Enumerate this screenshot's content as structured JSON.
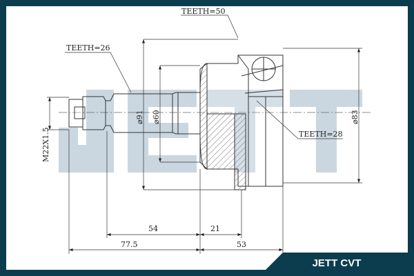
{
  "brand": {
    "name": "JETT CVT",
    "watermark": "JETT"
  },
  "colors": {
    "frame": "#0b3d4f",
    "watermark": "#b9cad6",
    "line": "#333333"
  },
  "labels": {
    "teeth_outer": "TEETH=50",
    "teeth_shaft": "TEETH=26",
    "teeth_inner": "TEETH=28",
    "thread": "M22X1.5",
    "dia_91": "⌀91",
    "dia_60": "⌀60",
    "dia_83": "⌀83",
    "len_54": "54",
    "len_21": "21",
    "len_77_5": "77.5",
    "len_53": "53"
  }
}
